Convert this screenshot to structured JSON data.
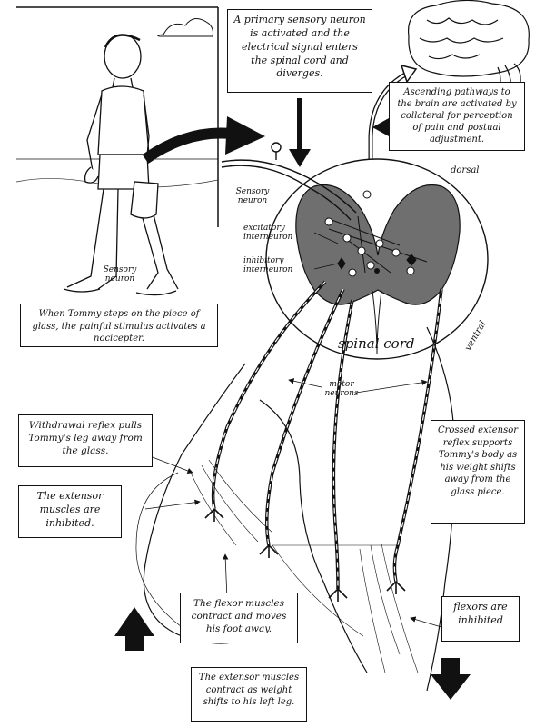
{
  "boxes": {
    "primary": "A primary sensory neuron is activated and the electrical signal enters the spinal cord and diverges.",
    "ascending": "Ascending pathways to the brain are activated by collateral for perception of pain and postual adjustment.",
    "tommy": "When Tommy steps on the piece of glass, the painful stimulus activates a nocicepter.",
    "withdrawal": "Withdrawal reflex pulls Tommy's leg away from the glass.",
    "crossed": "Crossed extensor reflex supports Tommy's body as his weight shifts away from the glass piece.",
    "extensor_inhibited": "The extensor muscles are inhibited.",
    "flexor_contract": "The flexor muscles contract and moves his foot away.",
    "extensor_contract": "The extensor muscles contract as weight shifts to his left leg.",
    "flexors_inhibited": "flexors are inhibited"
  },
  "labels": {
    "sensory_neuron": "Sensory neuron",
    "sensory_neuron_leg": "Sensory neuron",
    "excitatory": "excitatory interneuron",
    "inhibitory": "inhibitory interneuron",
    "dorsal": "dorsal",
    "ventral": "ventral",
    "spinal_cord": "spinal cord",
    "motor_neurons": "motor neurons"
  },
  "colors": {
    "ink": "#111111",
    "gray_matter": "#6f6f6f",
    "paper": "#ffffff"
  }
}
